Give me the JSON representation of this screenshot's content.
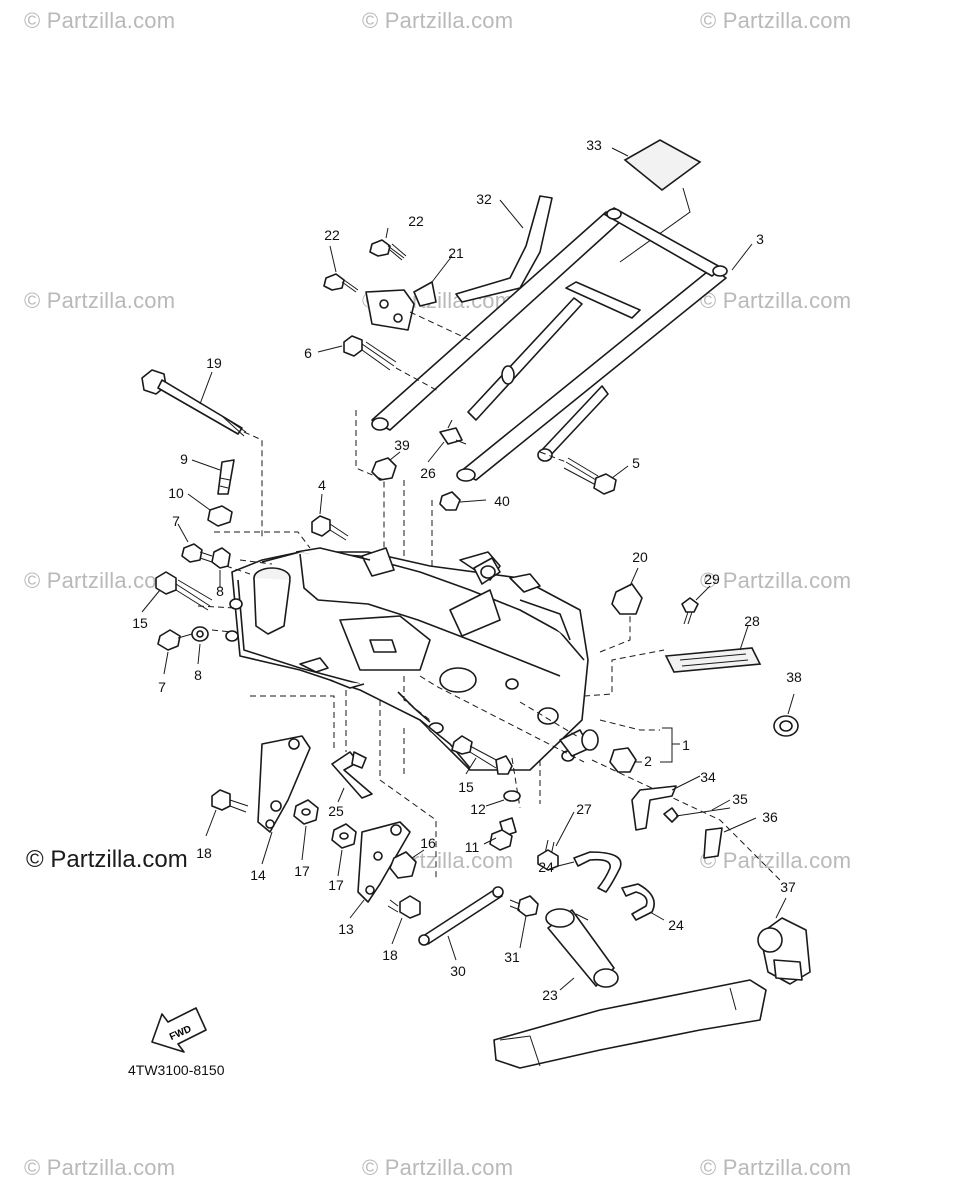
{
  "watermarks": {
    "site": "© Partzilla.com",
    "site_bold": "© Partzilla.com"
  },
  "diagram": {
    "part_code": "4TW3100-8150",
    "fwd_label": "FWD"
  },
  "callouts": [
    "1",
    "2",
    "3",
    "4",
    "5",
    "6",
    "7",
    "7",
    "8",
    "8",
    "9",
    "10",
    "11",
    "12",
    "13",
    "14",
    "15",
    "15",
    "16",
    "17",
    "17",
    "18",
    "18",
    "19",
    "20",
    "21",
    "22",
    "22",
    "23",
    "24",
    "24",
    "25",
    "26",
    "27",
    "28",
    "29",
    "30",
    "31",
    "32",
    "33",
    "34",
    "35",
    "36",
    "37",
    "38",
    "39",
    "40"
  ]
}
